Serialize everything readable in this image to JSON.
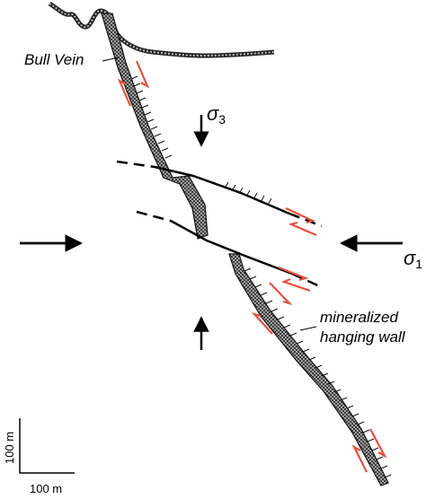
{
  "labels": {
    "bull_vein": "Bull Vein",
    "mineralized": "mineralized",
    "hanging_wall": "hanging wall",
    "sigma3_symbol": "σ",
    "sigma3_sub": "3",
    "sigma1_symbol": "σ",
    "sigma1_sub": "1"
  },
  "scale_bar": {
    "vertical_label": "100 m",
    "horizontal_label": "100 m"
  },
  "colors": {
    "line": "#000000",
    "vein_fill": "#9a9a9a",
    "shear_arrow": "#e8503a"
  }
}
